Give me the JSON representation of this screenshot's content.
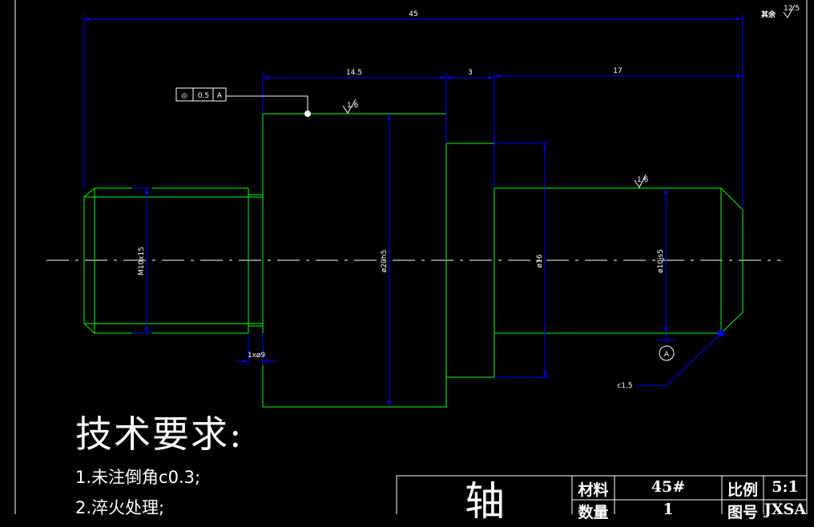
{
  "dimensions": {
    "overall_length": "45",
    "seg_length_1": "14.5",
    "seg_length_2": "3",
    "seg_length_3": "17",
    "thread": "M10x15",
    "dia_mid": "ø20h5",
    "dia_shoulder": "ø16",
    "dia_right": "ø10js5",
    "groove": "1xø9",
    "chamfer": "c1.5"
  },
  "tolerance_frame": {
    "symbol": "◎",
    "value": "0.5",
    "datum": "A"
  },
  "datum_label": "A",
  "roughness": {
    "general_label": "其余",
    "general_value": "12.5",
    "mid_value": "1.6",
    "right_value": "1.6"
  },
  "tech_requirements": {
    "title": "技术要求:",
    "item1": "1.未注倒角c0.3;",
    "item2": "2.淬火处理;"
  },
  "title_block": {
    "part_name": "轴",
    "material_label": "材料",
    "material_value": "45#",
    "scale_label": "比例",
    "scale_value": "5:1",
    "quantity_label": "数量",
    "quantity_value": "1",
    "drawing_no_label": "图号",
    "drawing_no_value": "JXSA"
  },
  "colors": {
    "background": "#000000",
    "outline": "#00ff00",
    "dimension": "#0000ff",
    "frame": "#ffffff"
  }
}
